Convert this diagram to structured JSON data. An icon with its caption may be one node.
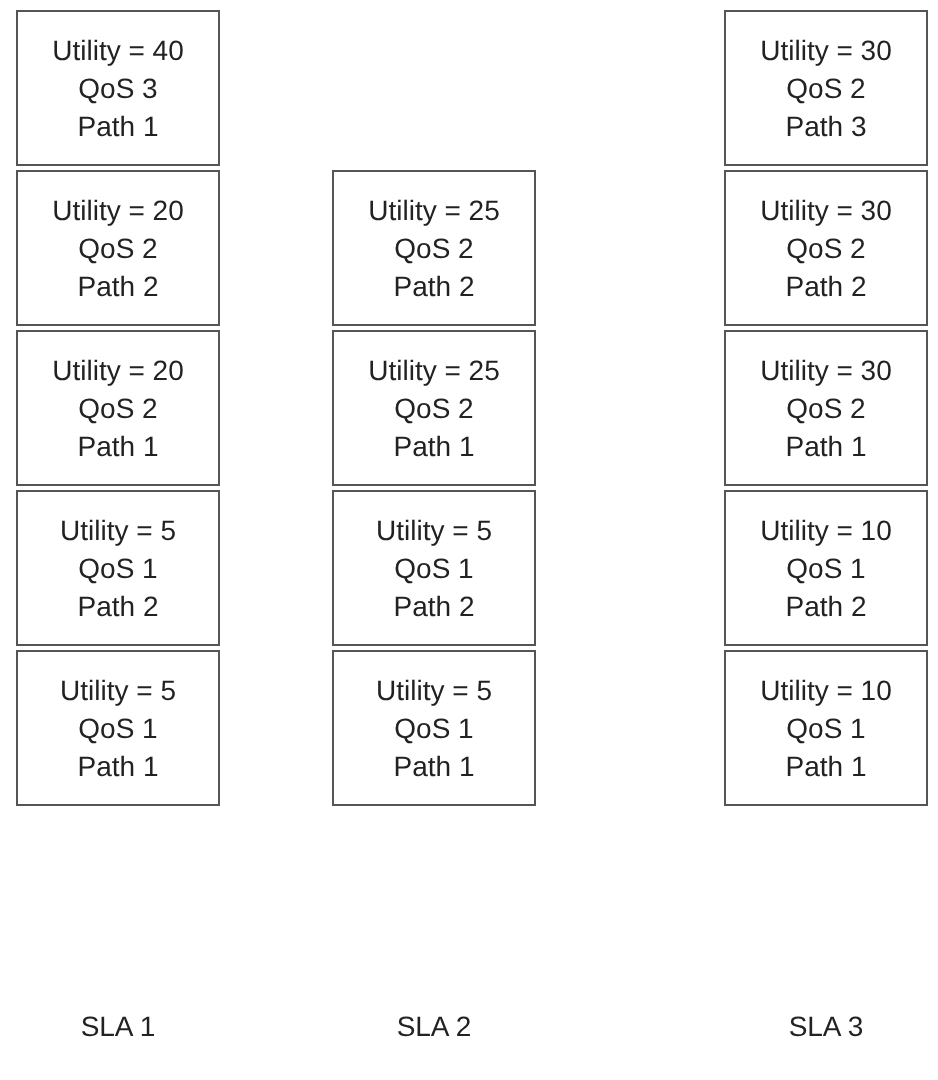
{
  "diagram": {
    "nodes": [
      {
        "text": [
          "Utility = 40",
          "QoS 3",
          "Path 1"
        ]
      },
      {
        "text": [
          "Utility = 20",
          "QoS 2",
          "Path 2"
        ]
      },
      {
        "text": [
          "Utility = 20",
          "QoS 2",
          "Path 1"
        ]
      },
      {
        "text": [
          "Utility = 5",
          "QoS 1",
          "Path 2"
        ]
      },
      {
        "text": [
          "Utility = 5",
          "QoS 1",
          "Path 1"
        ]
      },
      {
        "text": [
          "Utility = 25",
          "QoS 2",
          "Path 2"
        ]
      },
      {
        "text": [
          "Utility = 25",
          "QoS 2",
          "Path 1"
        ]
      },
      {
        "text": [
          "Utility = 5",
          "QoS 1",
          "Path 2"
        ]
      },
      {
        "text": [
          "Utility = 5",
          "QoS 1",
          "Path 1"
        ]
      },
      {
        "text": [
          "Utility = 30",
          "QoS 2",
          "Path 3"
        ]
      },
      {
        "text": [
          "Utility = 30",
          "QoS 2",
          "Path 2"
        ]
      },
      {
        "text": [
          "Utility = 30",
          "QoS 2",
          "Path 1"
        ]
      },
      {
        "text": [
          "Utility = 10",
          "QoS 1",
          "Path 2"
        ]
      },
      {
        "text": [
          "Utility = 10",
          "QoS 1",
          "Path 1"
        ]
      }
    ],
    "labels": [
      "SLA 1",
      "SLA 2",
      "SLA 3"
    ]
  }
}
